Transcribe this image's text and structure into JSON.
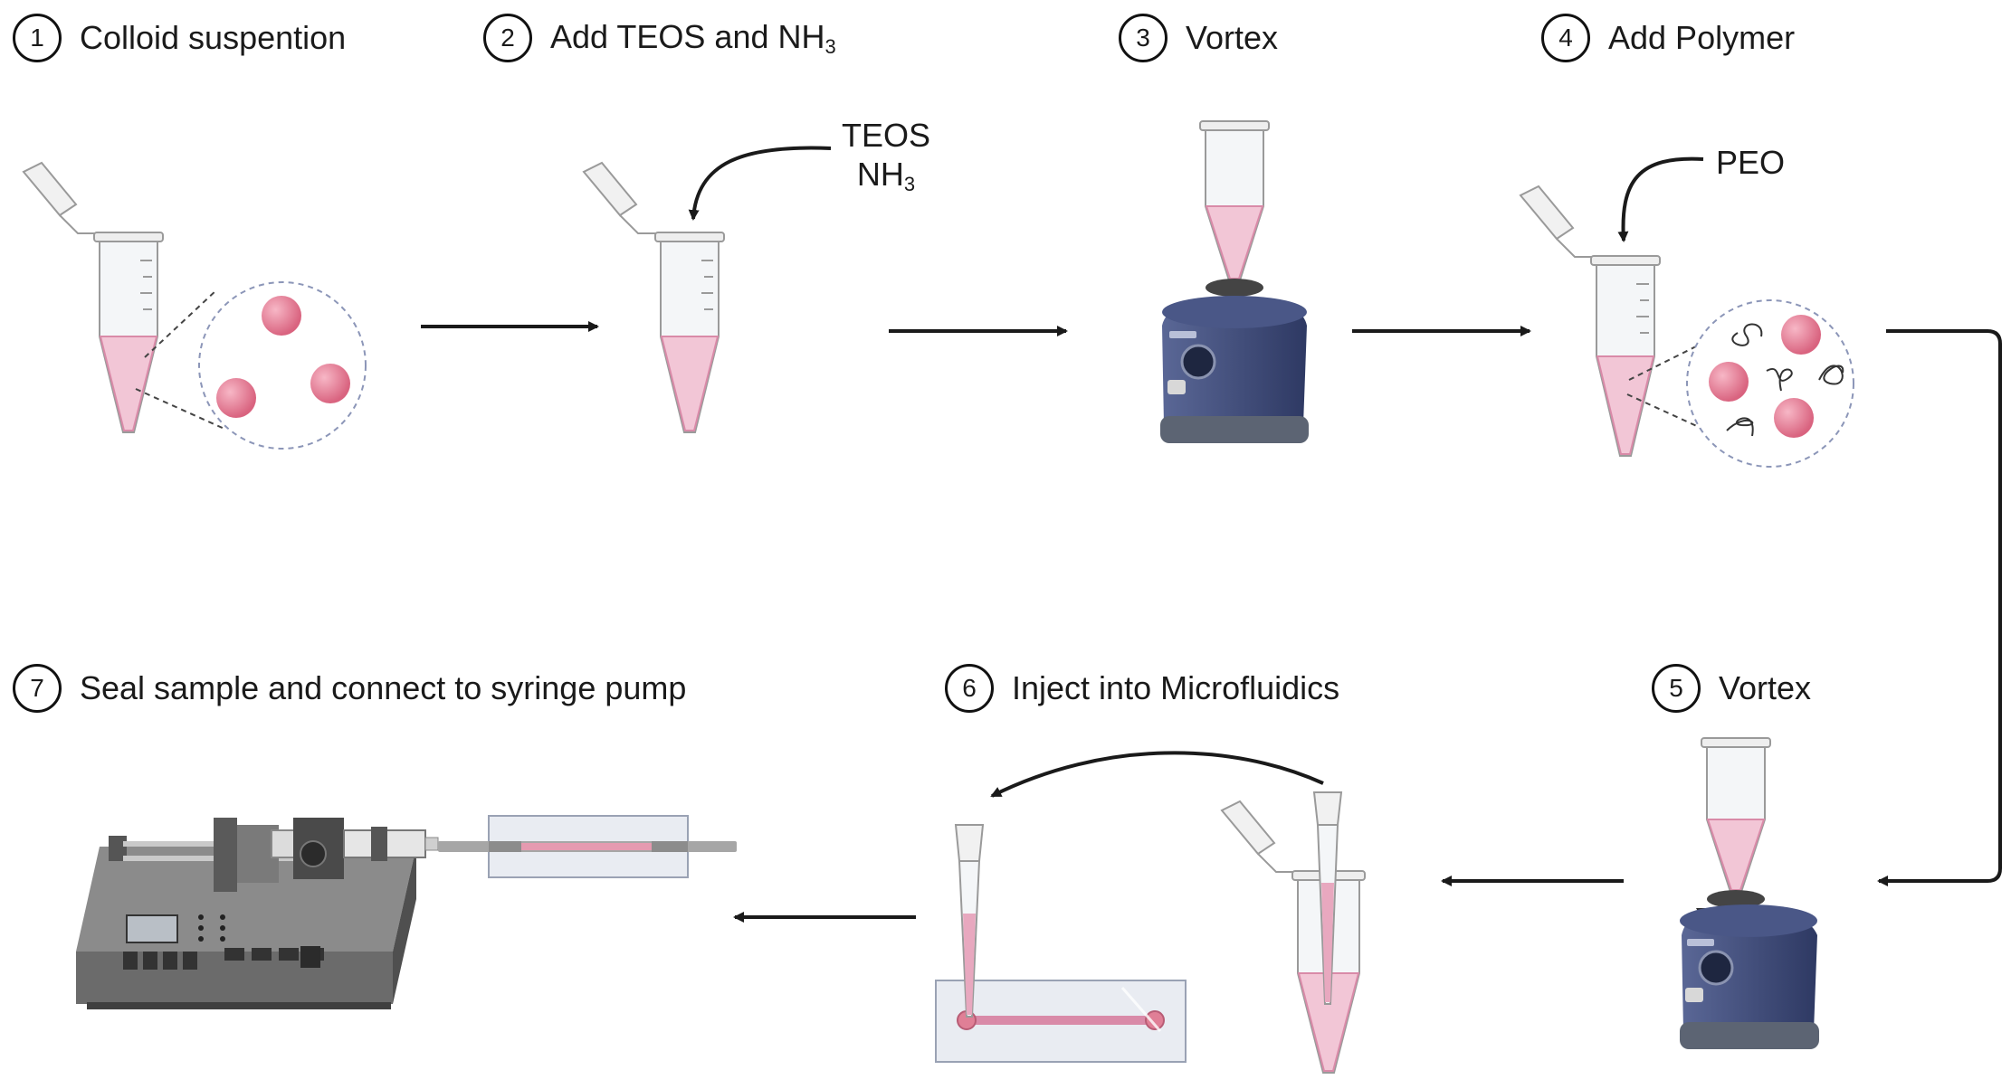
{
  "steps": [
    {
      "number": "1",
      "label": "Colloid suspention"
    },
    {
      "number": "2",
      "label_main": "Add TEOS and NH",
      "label_sub": "3"
    },
    {
      "number": "3",
      "label": "Vortex"
    },
    {
      "number": "4",
      "label": "Add Polymer"
    },
    {
      "number": "5",
      "label": "Vortex"
    },
    {
      "number": "6",
      "label": "Inject into Microfluidics"
    },
    {
      "number": "7",
      "label": "Seal sample and connect to syringe pump"
    }
  ],
  "reagents": {
    "teos": "TEOS",
    "nh_main": "NH",
    "nh_sub": "3",
    "peo": "PEO"
  },
  "colors": {
    "liquid": "#f2c6d6",
    "liquid_edge": "#d98aa8",
    "particle": "#e47a93",
    "vortex_body": "#3f4d7a",
    "pump_body": "#6b6b6b",
    "arrow": "#1a1a1a"
  }
}
